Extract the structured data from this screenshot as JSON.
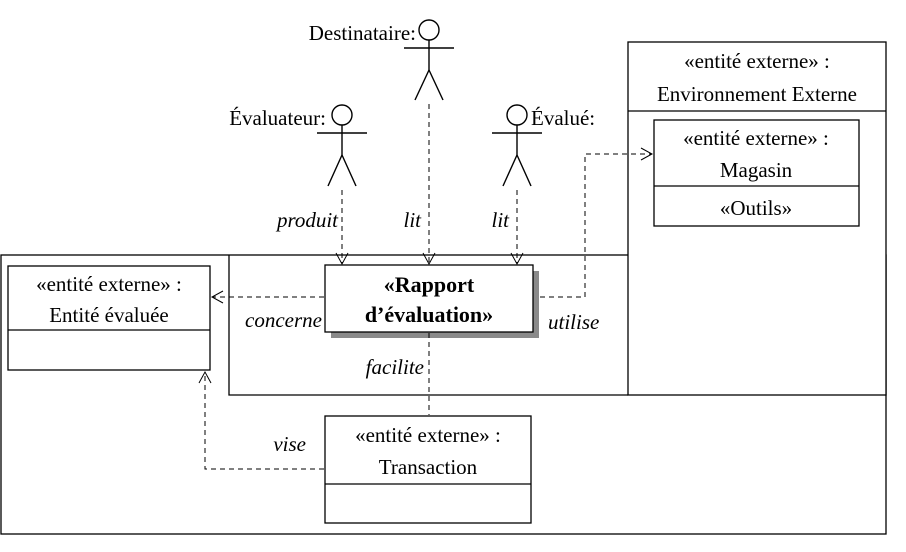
{
  "actors": {
    "destinataire": "Destinataire:",
    "evaluateur": "Évaluateur:",
    "evalue": "Évalué:"
  },
  "environment": {
    "stereotype": "«entité externe» :",
    "name": "Environnement Externe"
  },
  "magasin": {
    "stereotype": "«entité externe» :",
    "name": "Magasin",
    "section": "«Outils»"
  },
  "entite_evaluee": {
    "stereotype": "«entité externe» :",
    "name": "Entité évaluée"
  },
  "rapport": {
    "line1": "«Rapport",
    "line2": "d’évaluation»"
  },
  "transaction": {
    "stereotype": "«entité externe» :",
    "name": "Transaction"
  },
  "relations": {
    "produit": "produit",
    "lit_destinataire": "lit",
    "lit_evalue": "lit",
    "utilise": "utilise",
    "concerne": "concerne",
    "facilite": "facilite",
    "vise": "vise"
  }
}
